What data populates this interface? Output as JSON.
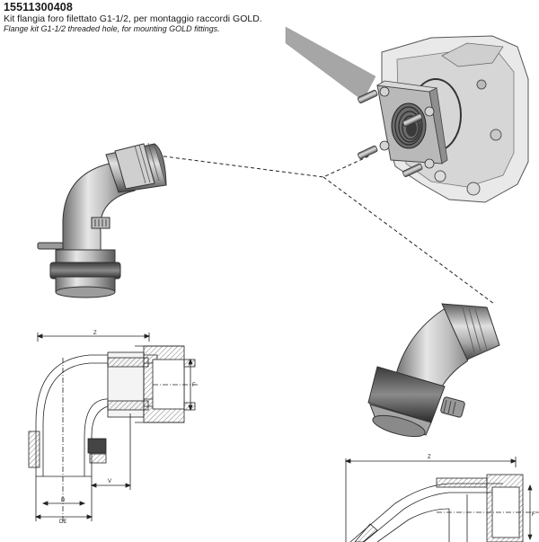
{
  "product": {
    "code": "15511300408",
    "description_it": "Kit flangia foro filettato G1-1/2, per montaggio raccordi GOLD.",
    "description_en": "Flange kit G1-1/2 threaded hole, for mounting GOLD fittings."
  },
  "drawing_left": {
    "label_z": "Z",
    "label_f": "F",
    "label_v": "V",
    "label_d": "D",
    "label_de": "DE"
  },
  "drawing_right": {
    "label_z": "Z",
    "label_f": "F"
  }
}
